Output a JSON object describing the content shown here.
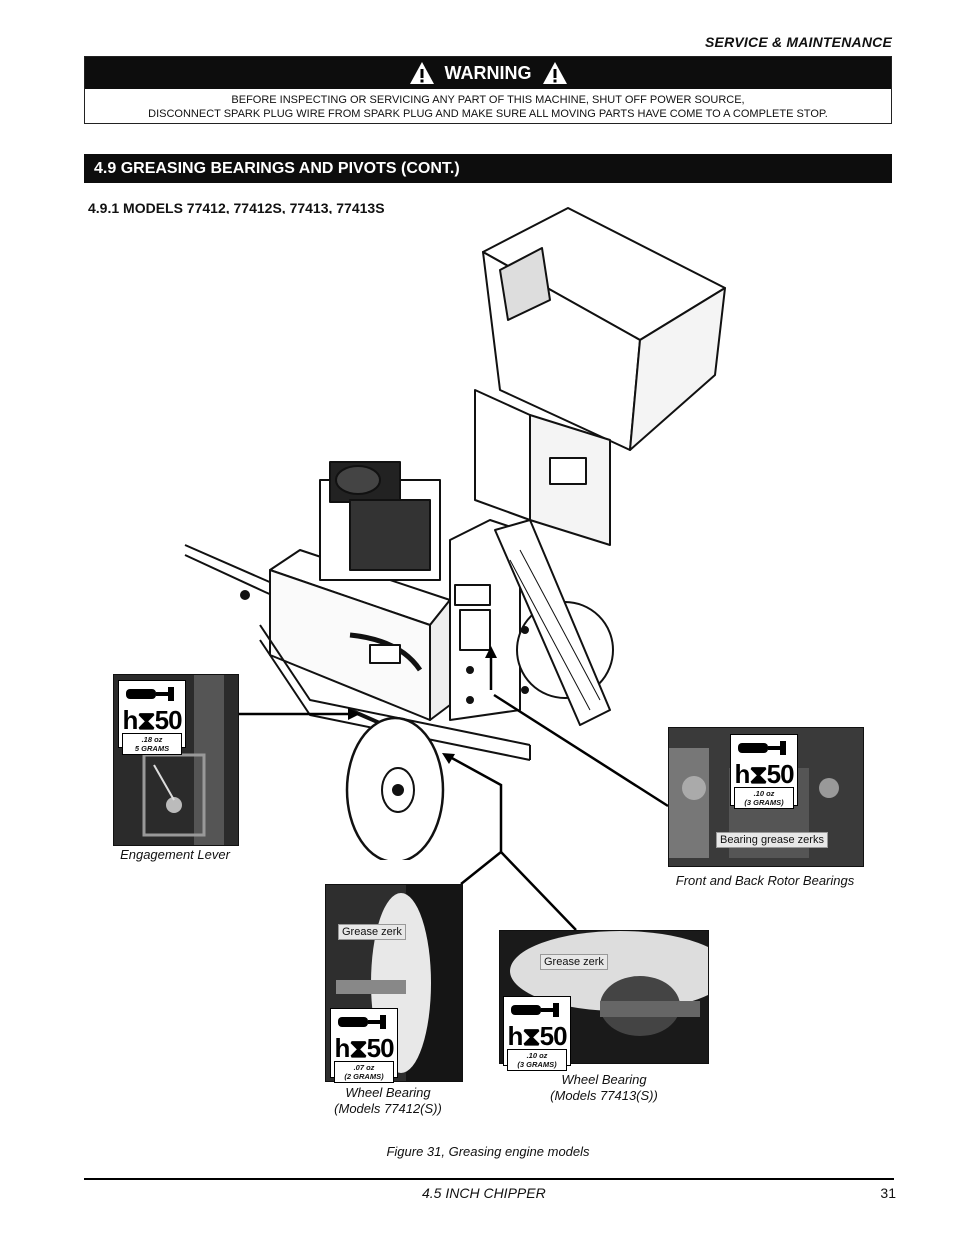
{
  "header": {
    "section": "SERVICE & MAINTENANCE"
  },
  "warning": {
    "title": "WARNING",
    "line1": "BEFORE INSPECTING OR SERVICING ANY PART OF THIS MACHINE, SHUT OFF POWER SOURCE,",
    "line2": "DISCONNECT SPARK PLUG WIRE FROM SPARK PLUG AND MAKE SURE ALL MOVING PARTS HAVE COME TO A COMPLETE STOP."
  },
  "section": {
    "title": "4.9   GREASING BEARINGS AND PIVOTS (CONT.)"
  },
  "subsection": {
    "title": "4.9.1  MODELS 77412, 77412S, 77413, 77413S"
  },
  "grease_symbol": {
    "text": "h⧗50"
  },
  "photos": [
    {
      "id": "engagement",
      "amount": ".18 oz",
      "grams": "5 GRAMS",
      "caption": "Engagement  Lever"
    },
    {
      "id": "rotor",
      "amount": ".10 oz",
      "grams": "(3 GRAMS)",
      "callout": "Bearing grease zerks",
      "caption": "Front and Back Rotor Bearings"
    },
    {
      "id": "wheel12",
      "amount": ".07 oz",
      "grams": "(2 GRAMS)",
      "callout": "Grease zerk",
      "caption_line1": "Wheel Bearing",
      "caption_line2": "(Models 77412(S))"
    },
    {
      "id": "wheel13",
      "amount": ".10 oz",
      "grams": "(3 GRAMS)",
      "callout": "Grease zerk",
      "caption_line1": "Wheel Bearing",
      "caption_line2": "(Models 77413(S))"
    }
  ],
  "figure": {
    "caption": "Figure 31, Greasing engine models"
  },
  "footer": {
    "title": "4.5 INCH CHIPPER",
    "page": "31"
  }
}
